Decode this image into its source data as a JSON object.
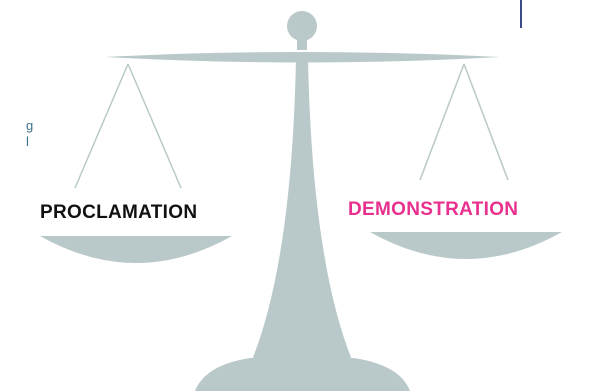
{
  "colors": {
    "scale_fill": "#b9c9c9",
    "left_label": "#111111",
    "right_label": "#e8318f",
    "fragment_text": "#3d6f8e",
    "divider_line": "#3a4a8a"
  },
  "scale": {
    "left_pan_label": "PROCLAMATION",
    "right_pan_label": "DEMONSTRATION"
  },
  "edge_text": {
    "line_1": "g",
    "line_2": "l"
  }
}
